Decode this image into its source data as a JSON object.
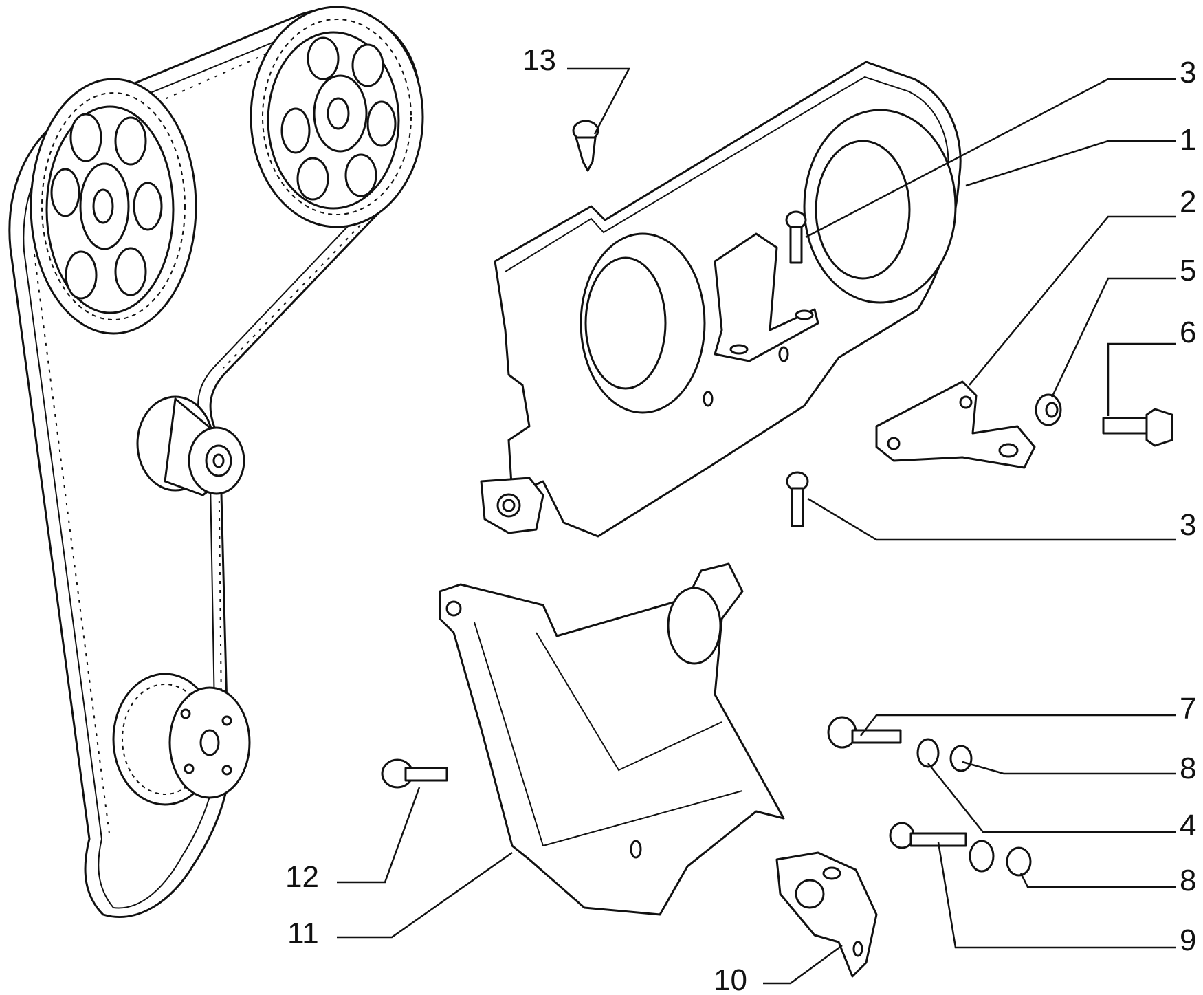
{
  "diagram": {
    "colors": {
      "line": "#111111",
      "background": "#ffffff"
    },
    "callouts": [
      {
        "id": "13",
        "text": "13"
      },
      {
        "id": "3a",
        "text": "3"
      },
      {
        "id": "1",
        "text": "1"
      },
      {
        "id": "2",
        "text": "2"
      },
      {
        "id": "5",
        "text": "5"
      },
      {
        "id": "6",
        "text": "6"
      },
      {
        "id": "3b",
        "text": "3"
      },
      {
        "id": "7",
        "text": "7"
      },
      {
        "id": "8a",
        "text": "8"
      },
      {
        "id": "4",
        "text": "4"
      },
      {
        "id": "8b",
        "text": "8"
      },
      {
        "id": "9",
        "text": "9"
      },
      {
        "id": "12",
        "text": "12"
      },
      {
        "id": "11",
        "text": "11"
      },
      {
        "id": "10",
        "text": "10"
      }
    ]
  }
}
